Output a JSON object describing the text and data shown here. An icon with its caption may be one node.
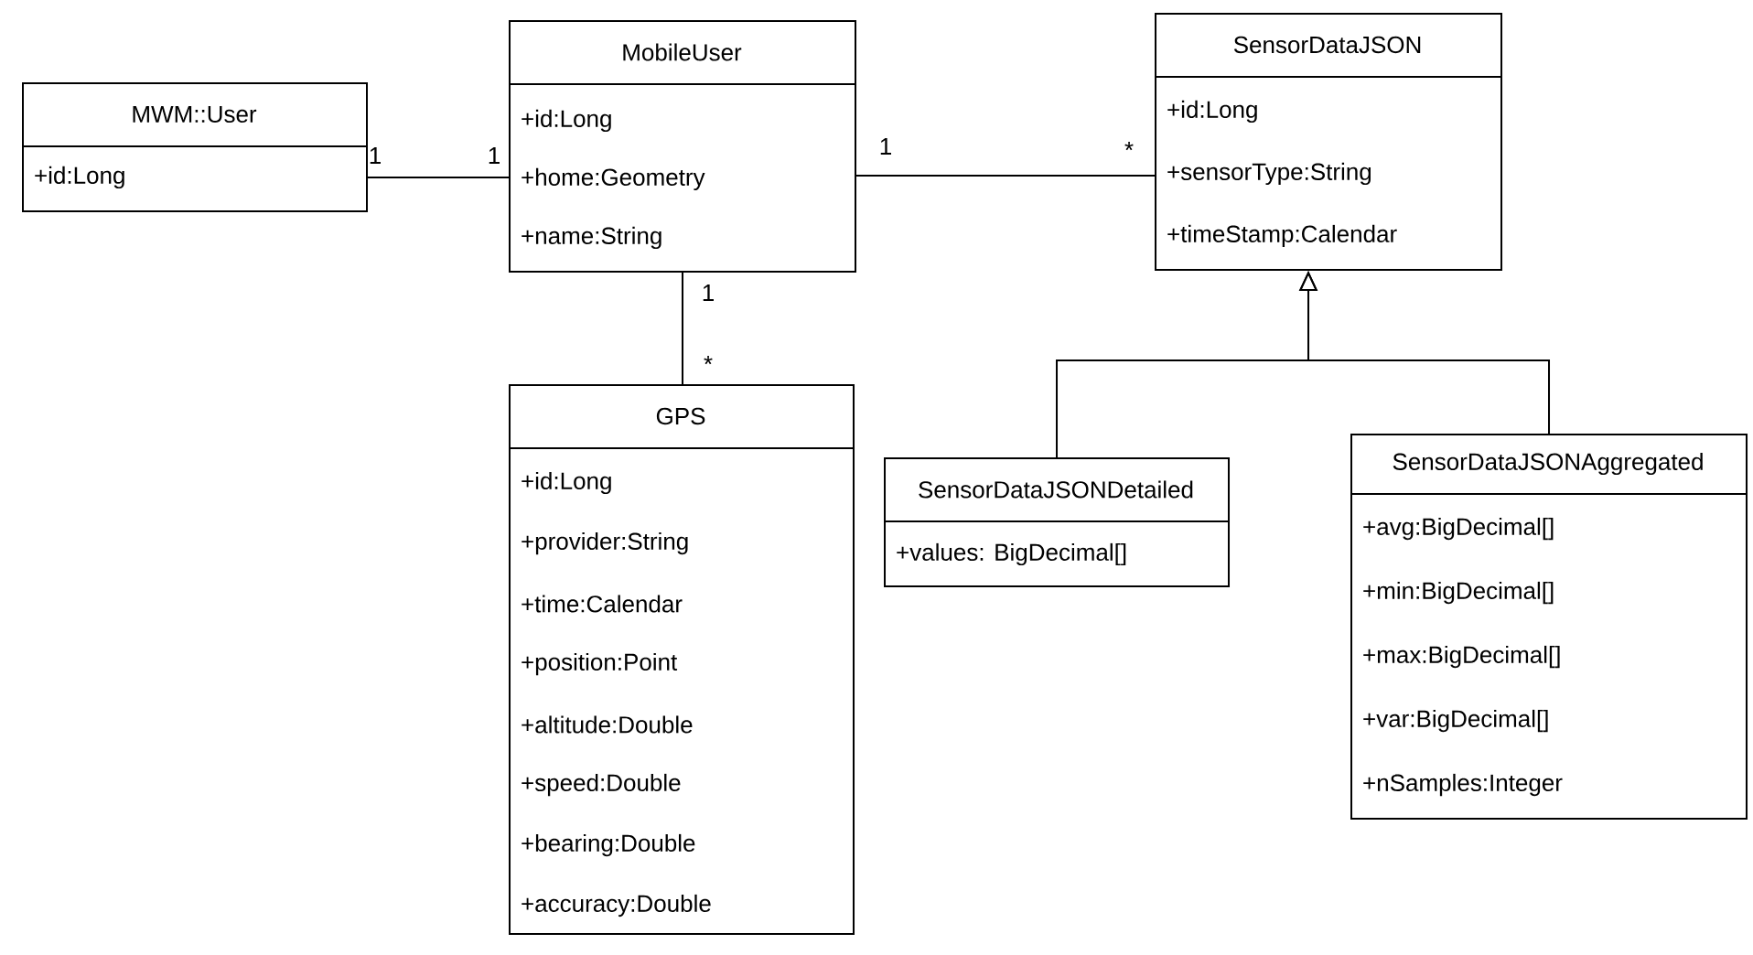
{
  "diagram": {
    "nodes": [
      {
        "text": [
          "MWM::User",
          "+id:Long"
        ]
      },
      {
        "text": [
          "MobileUser",
          "+id:Long",
          "+home:Geometry",
          "+name:String"
        ]
      },
      {
        "text": [
          "SensorDataJSON",
          "+id:Long",
          "+sensorType:String",
          "+timeStamp:Calendar"
        ]
      },
      {
        "text": [
          "GPS",
          "+id:Long",
          "+provider:String",
          "+time:Calendar",
          "+position:Point",
          "+altitude:Double",
          "+speed:Double",
          "+bearing:Double",
          "+accuracy:Double"
        ]
      },
      {
        "text": [
          "SensorDataJSONDetailed",
          "+values: BigDecimal[]"
        ]
      },
      {
        "text": [
          "SensorDataJSONAggregated",
          "+avg:BigDecimal[]",
          "+min:BigDecimal[]",
          "+max:BigDecimal[]",
          "+var:BigDecimal[]",
          "+nSamples:Integer"
        ]
      }
    ],
    "edges": [
      {
        "from": 0,
        "to": 1,
        "arrow": "none"
      },
      {
        "from": 1,
        "to": 2,
        "arrow": "none"
      },
      {
        "from": 1,
        "to": 3,
        "arrow": "none"
      },
      {
        "from": 4,
        "to": 2,
        "arrow": "to"
      },
      {
        "from": 5,
        "to": 2,
        "arrow": "to"
      }
    ],
    "labels": [
      "1",
      "1",
      "1",
      "*",
      "1",
      "*"
    ]
  }
}
